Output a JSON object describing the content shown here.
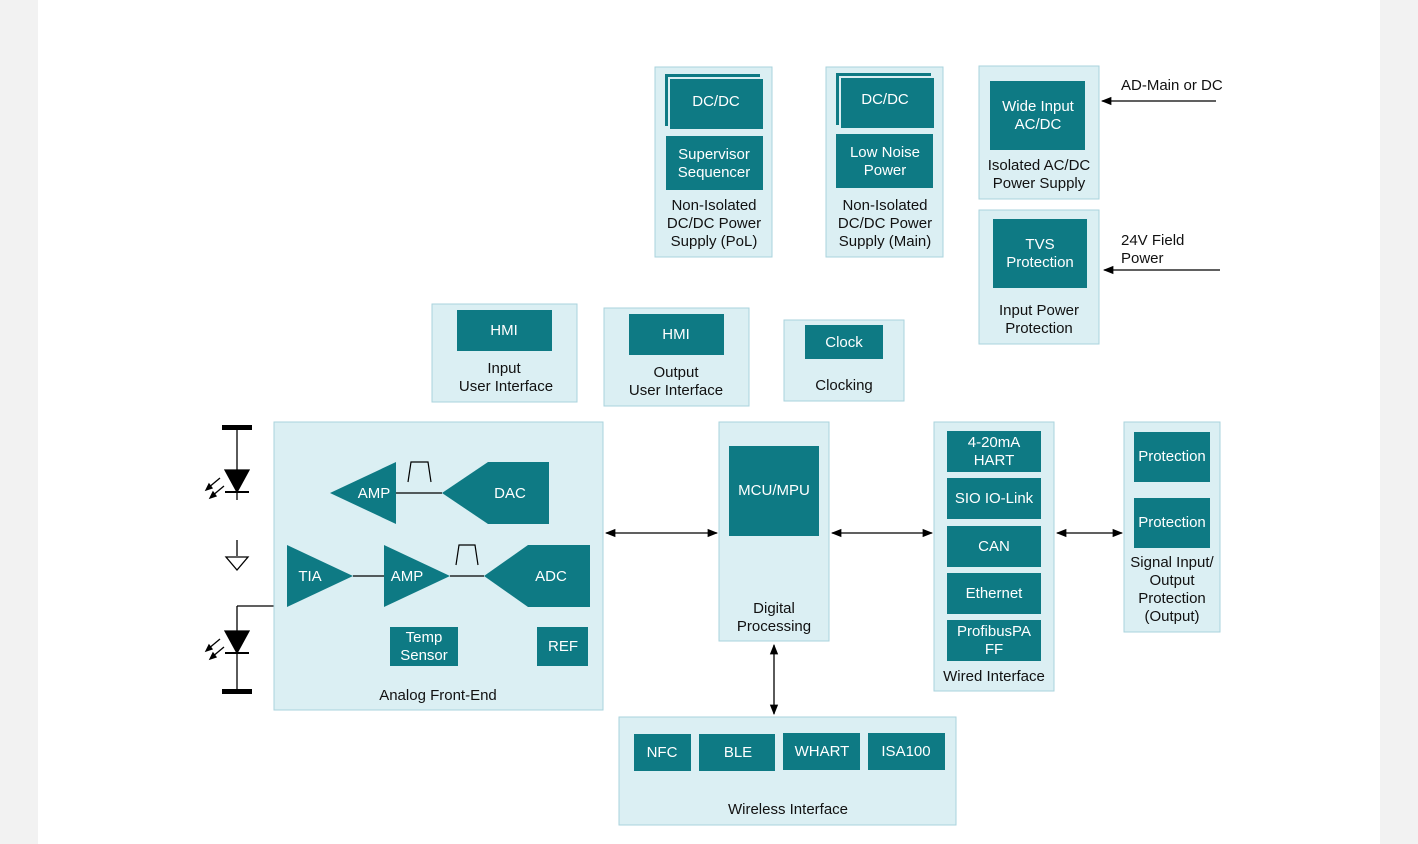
{
  "power": {
    "pol": {
      "dcdc": "DC/DC",
      "chip": [
        "Supervisor",
        "Sequencer"
      ],
      "caption": [
        "Non-Isolated",
        "DC/DC Power",
        "Supply (PoL)"
      ]
    },
    "main": {
      "dcdc": "DC/DC",
      "chip": [
        "Low Noise",
        "Power"
      ],
      "caption": [
        "Non-Isolated",
        "DC/DC Power",
        "Supply (Main)"
      ]
    },
    "isolated": {
      "chip": [
        "Wide Input",
        "AC/DC"
      ],
      "caption": [
        "Isolated AC/DC",
        "Power Supply"
      ],
      "input_label": "AD-Main or DC"
    },
    "protection": {
      "chip": [
        "TVS",
        "Protection"
      ],
      "caption": [
        "Input Power",
        "Protection"
      ],
      "input_label": [
        "24V Field",
        "Power"
      ]
    }
  },
  "hmi_input": {
    "chip": "HMI",
    "caption": [
      "Input",
      "User Interface"
    ]
  },
  "hmi_output": {
    "chip": "HMI",
    "caption": [
      "Output",
      "User Interface"
    ]
  },
  "clocking": {
    "chip": "Clock",
    "caption": "Clocking"
  },
  "afe": {
    "amp_top": "AMP",
    "dac": "DAC",
    "tia": "TIA",
    "amp": "AMP",
    "adc": "ADC",
    "temp_sensor": [
      "Temp",
      "Sensor"
    ],
    "ref": "REF",
    "caption": "Analog Front-End"
  },
  "digital": {
    "chip": "MCU/MPU",
    "caption": [
      "Digital",
      "Processing"
    ]
  },
  "wired": {
    "items": [
      [
        "4-20mA",
        "HART"
      ],
      [
        "SIO IO-Link"
      ],
      [
        "CAN"
      ],
      [
        "Ethernet"
      ],
      [
        "ProfibusPA",
        "FF"
      ]
    ],
    "caption": "Wired Interface"
  },
  "signal_protection": {
    "items": [
      "Protection",
      "Protection"
    ],
    "caption": [
      "Signal Input/",
      "Output",
      "Protection",
      "(Output)"
    ]
  },
  "wireless": {
    "items": [
      "NFC",
      "BLE",
      "WHART",
      "ISA100"
    ],
    "caption": "Wireless Interface"
  },
  "colors": {
    "block_fill": "#dbeff3",
    "block_stroke": "#a9d3dc",
    "chip": "#0e7a84",
    "line": "#000000"
  }
}
